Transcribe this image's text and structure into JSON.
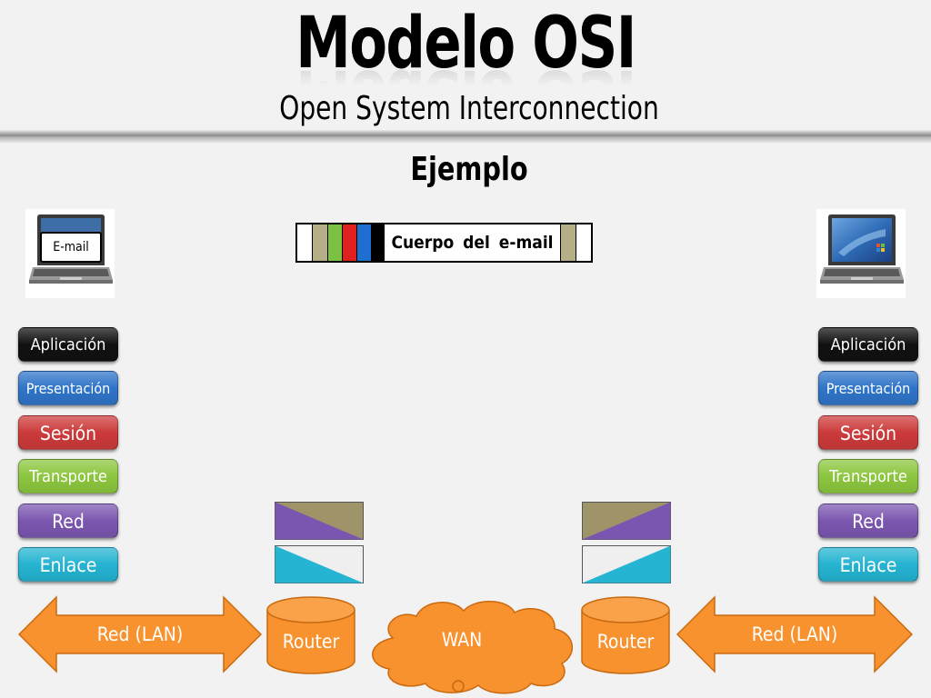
{
  "header": {
    "title": "Modelo OSI",
    "subtitle": "Open System Interconnection",
    "section": "Ejemplo"
  },
  "email_label": "E-mail",
  "packet": {
    "body_label": "Cuerpo  del  e-mail",
    "header_colors": [
      "#ffffff",
      "#b5ae86",
      "#7bc142",
      "#e01f1f",
      "#1f6fd0",
      "#000000"
    ],
    "trailer_colors": [
      "#b5ae86",
      "#ffffff"
    ]
  },
  "layers_left": [
    {
      "label": "Aplicación",
      "color": "#111111"
    },
    {
      "label": "Presentación",
      "color": "#2f74c8"
    },
    {
      "label": "Sesión",
      "color": "#cc3a3a"
    },
    {
      "label": "Transporte",
      "color": "#8cc63e"
    },
    {
      "label": "Red",
      "color": "#7b56b0"
    },
    {
      "label": "Enlace",
      "color": "#25b4d2"
    }
  ],
  "layers_right": [
    {
      "label": "Aplicación",
      "color": "#111111"
    },
    {
      "label": "Presentación",
      "color": "#2f74c8"
    },
    {
      "label": "Sesión",
      "color": "#cc3a3a"
    },
    {
      "label": "Transporte",
      "color": "#8cc63e"
    },
    {
      "label": "Red",
      "color": "#7b56b0"
    },
    {
      "label": "Enlace",
      "color": "#25b4d2"
    }
  ],
  "network": {
    "lan_left": "Red (LAN)",
    "router_left": "Router",
    "wan": "WAN",
    "router_right": "Router",
    "lan_right": "Red (LAN)"
  },
  "colors": {
    "orange": "#f7922e",
    "tan": "#9e9467",
    "purple": "#7b56b0",
    "cyan": "#25b4d2",
    "white": "#f4f4f4"
  }
}
